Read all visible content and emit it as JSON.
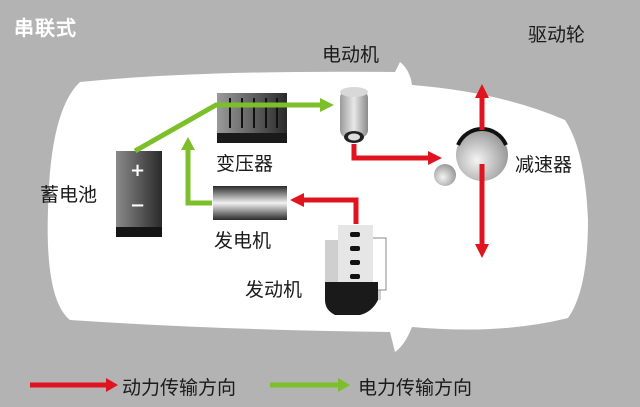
{
  "title": "串联式",
  "labels": {
    "drive_wheel": "驱动轮",
    "motor": "电动机",
    "transformer": "变压器",
    "battery": "蓄电池",
    "generator": "发电机",
    "engine": "发动机",
    "reducer": "减速器"
  },
  "battery_symbols": {
    "plus": "+",
    "minus": "−"
  },
  "legend": [
    {
      "label": "动力传输方向",
      "color": "#e0141e",
      "meaning": "power"
    },
    {
      "label": "电力传输方向",
      "color": "#7cbf2a",
      "meaning": "electric"
    }
  ],
  "colors": {
    "background": "#b3b3b3",
    "car_body": "#ffffff",
    "power_arrow": "#e0141e",
    "electric_arrow": "#7cbf2a"
  }
}
